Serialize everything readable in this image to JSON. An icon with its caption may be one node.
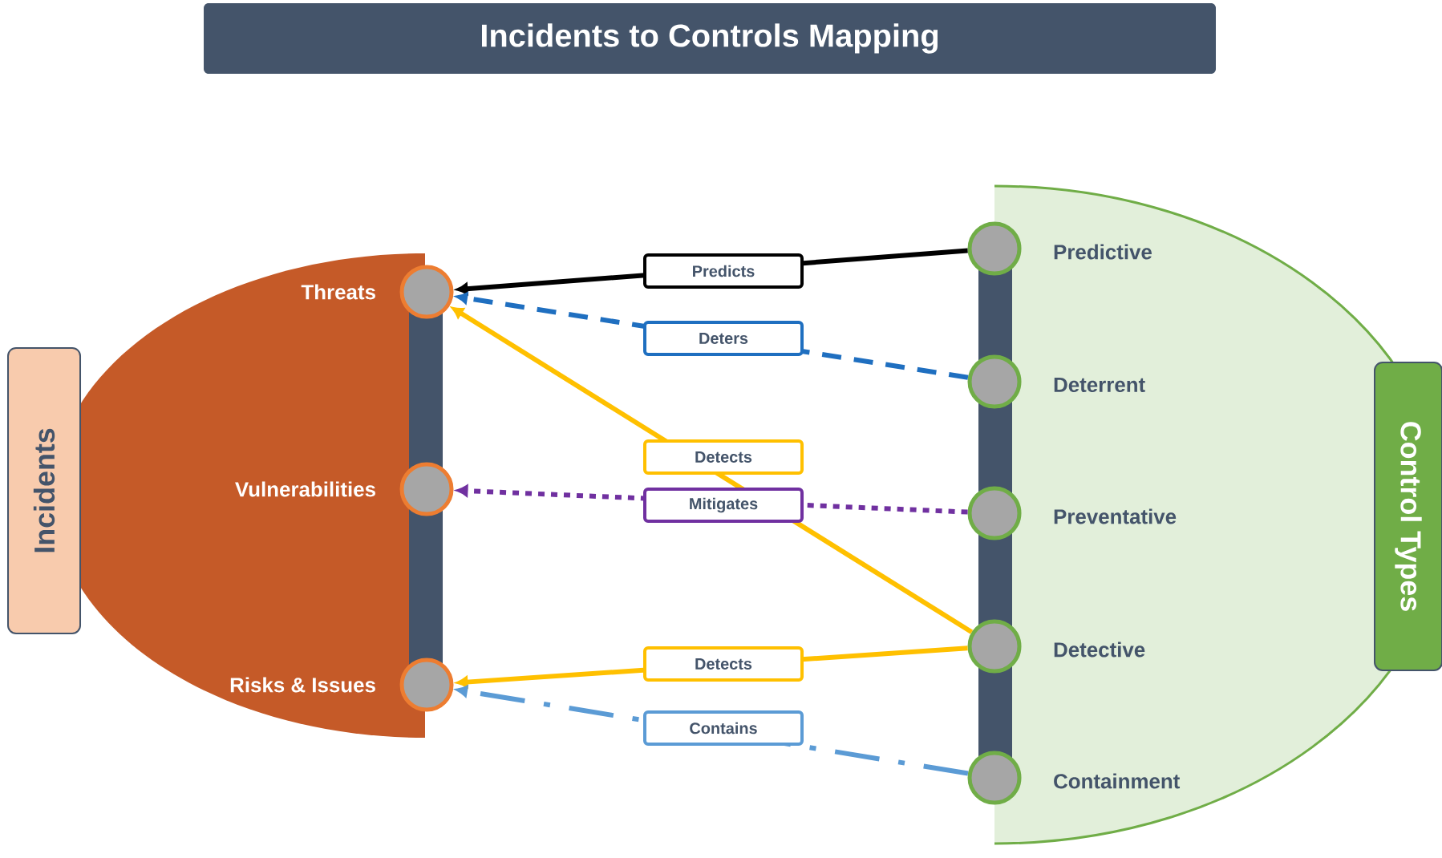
{
  "diagram": {
    "title": "Incidents to Controls Mapping",
    "nodes": [
      {
        "text": [
          "Incidents"
        ]
      },
      {
        "text": [],
        "shape": "circle",
        "beside": [
          "Threats"
        ]
      },
      {
        "text": [],
        "shape": "circle",
        "beside": [
          "Vulnerabilities"
        ]
      },
      {
        "text": [],
        "shape": "circle",
        "beside": [
          "Risks & Issues"
        ]
      },
      {
        "text": [
          "Control Types"
        ]
      },
      {
        "text": [],
        "shape": "circle",
        "beside": [
          "Predictive"
        ]
      },
      {
        "text": [],
        "shape": "circle",
        "beside": [
          "Deterrent"
        ]
      },
      {
        "text": [],
        "shape": "circle",
        "beside": [
          "Preventative"
        ]
      },
      {
        "text": [],
        "shape": "circle",
        "beside": [
          "Detective"
        ]
      },
      {
        "text": [],
        "shape": "circle",
        "beside": [
          "Containment"
        ]
      }
    ],
    "edges": [
      {
        "from": 5,
        "to": 1,
        "arrow": "to",
        "label": "Predicts",
        "color": "#000000"
      },
      {
        "from": 6,
        "to": 1,
        "arrow": "to",
        "label": "Deters",
        "style": "dashed",
        "color": "#1f6fc0"
      },
      {
        "from": 8,
        "to": 1,
        "arrow": "to",
        "label": "Detects",
        "color": "#ffc000"
      },
      {
        "from": 7,
        "to": 2,
        "arrow": "to",
        "label": "Mitigates",
        "style": "dashed",
        "color": "#7030a0"
      },
      {
        "from": 8,
        "to": 3,
        "arrow": "to",
        "label": "Detects",
        "color": "#ffc000"
      },
      {
        "from": 9,
        "to": 3,
        "arrow": "to",
        "label": "Contains",
        "style": "dashed",
        "color": "#5b9bd5"
      }
    ]
  }
}
